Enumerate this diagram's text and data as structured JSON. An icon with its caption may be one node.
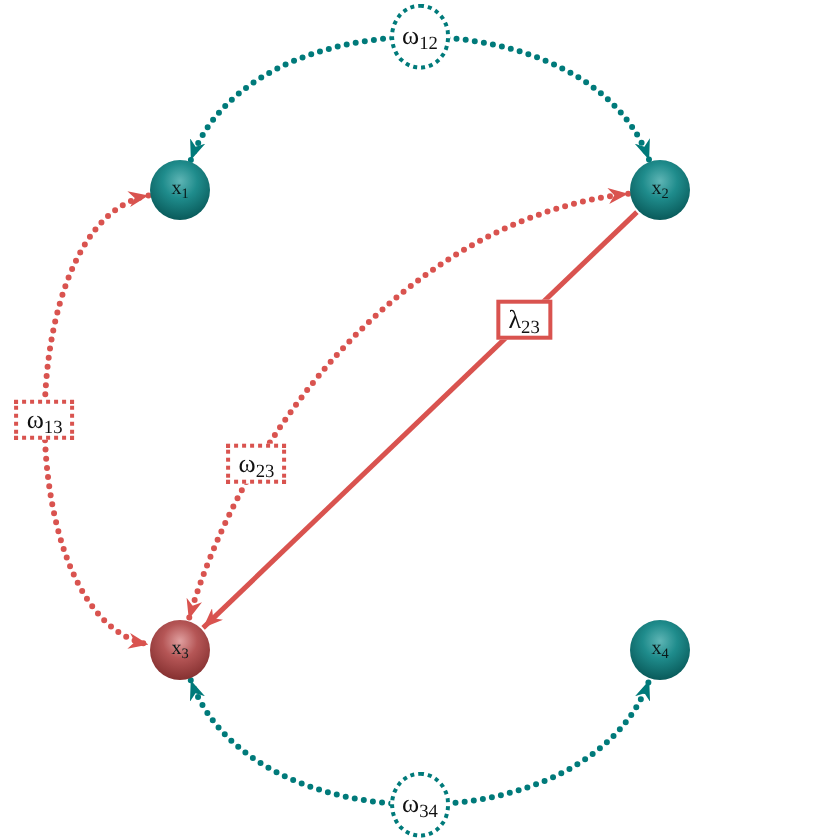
{
  "diagram": {
    "nodes": [
      {
        "text": [
          "x$_{1}$"
        ]
      },
      {
        "text": [
          "x$_{2}$"
        ]
      },
      {
        "text": [
          "x$_{3}$"
        ]
      },
      {
        "text": [
          "x$_{4}$"
        ]
      }
    ],
    "edges": [
      {
        "from": 0,
        "to": 1,
        "arrow": "both",
        "label": "ω$_{12}$",
        "style": "dashed",
        "color": "#007a7a"
      },
      {
        "from": 0,
        "to": 2,
        "arrow": "both",
        "label": "ω$_{13}$",
        "style": "dashed"
      },
      {
        "from": 1,
        "to": 2,
        "arrow": "both",
        "label": "ω$_{23}$",
        "style": "dashed"
      },
      {
        "from": 1,
        "to": 2,
        "arrow": "to",
        "label": "λ$_{23}$"
      },
      {
        "from": 2,
        "to": 3,
        "arrow": "both",
        "label": "ω$_{34}$",
        "style": "dashed",
        "color": "#007a7a"
      }
    ]
  }
}
